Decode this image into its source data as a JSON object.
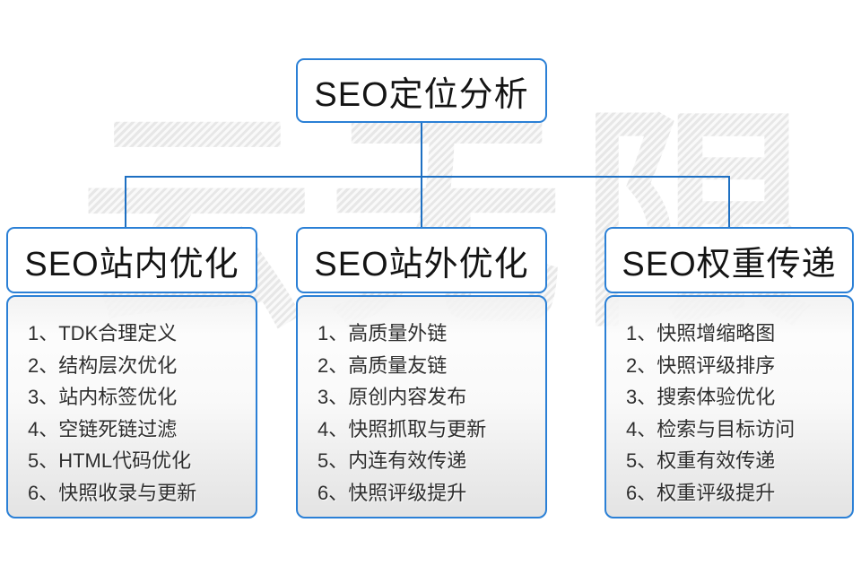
{
  "watermark": "云无限",
  "root": {
    "title": "SEO定位分析"
  },
  "columns": [
    {
      "title": "SEO站内优化",
      "items": [
        "1、TDK合理定义",
        "2、结构层次优化",
        "3、站内标签优化",
        "4、空链死链过滤",
        "5、HTML代码优化",
        "6、快照收录与更新"
      ]
    },
    {
      "title": "SEO站外优化",
      "items": [
        "1、高质量外链",
        "2、高质量友链",
        "3、原创内容发布",
        "4、快照抓取与更新",
        "5、内连有效传递",
        "6、快照评级提升"
      ]
    },
    {
      "title": "SEO权重传递",
      "items": [
        "1、快照增缩略图",
        "2、快照评级排序",
        "3、搜索体验优化",
        "4、检索与目标访问",
        "5、权重有效传递",
        "6、权重评级提升"
      ]
    }
  ],
  "colors": {
    "box_border": "#2b80d6",
    "connector": "#1d6fc2",
    "title_text": "#141414",
    "item_text": "#2e2e2e",
    "watermark_gray": "#e9e9e9",
    "panel_gradient_top": "#f1f1f1",
    "panel_gradient_bottom": "#e2e2e2"
  }
}
